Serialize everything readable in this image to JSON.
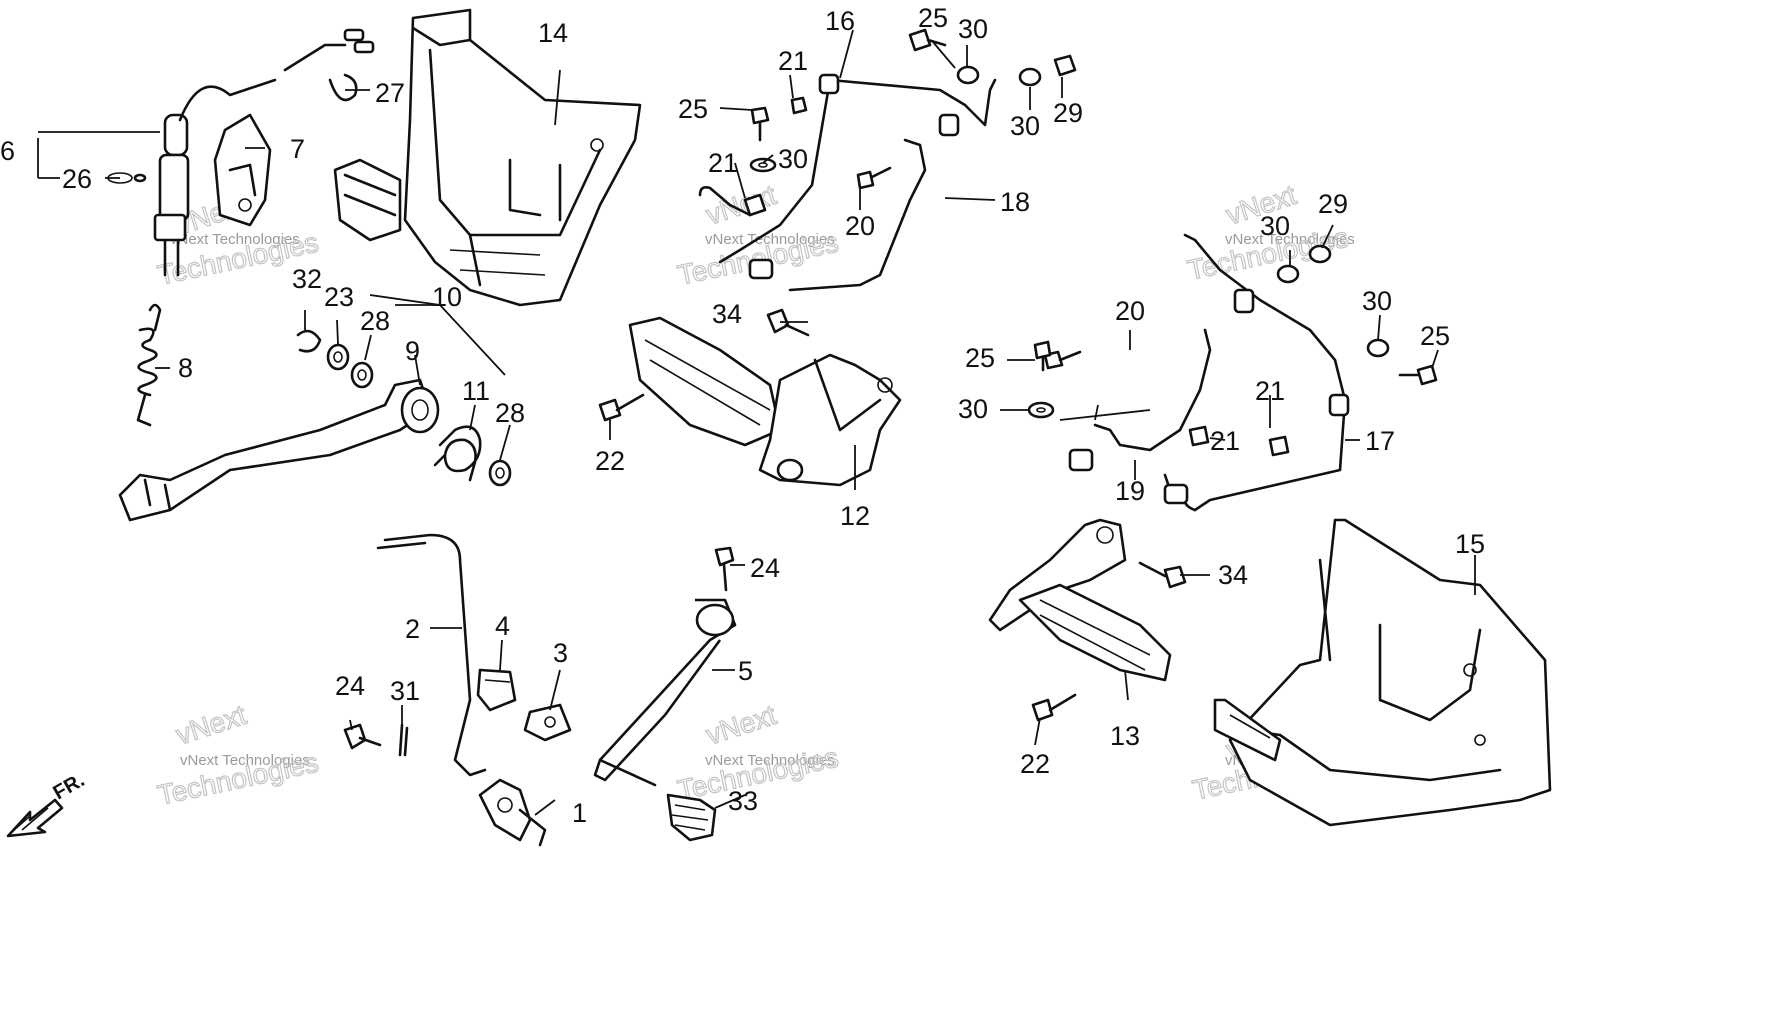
{
  "callouts": [
    {
      "id": "p1",
      "text": "1"
    },
    {
      "id": "p2",
      "text": "2"
    },
    {
      "id": "p3",
      "text": "3"
    },
    {
      "id": "p4",
      "text": "4"
    },
    {
      "id": "p5",
      "text": "5"
    },
    {
      "id": "p6",
      "text": "6"
    },
    {
      "id": "p7",
      "text": "7"
    },
    {
      "id": "p8",
      "text": "8"
    },
    {
      "id": "p9",
      "text": "9"
    },
    {
      "id": "p10",
      "text": "10"
    },
    {
      "id": "p11",
      "text": "11"
    },
    {
      "id": "p12",
      "text": "12"
    },
    {
      "id": "p13",
      "text": "13"
    },
    {
      "id": "p14",
      "text": "14"
    },
    {
      "id": "p15",
      "text": "15"
    },
    {
      "id": "p16",
      "text": "16"
    },
    {
      "id": "p17",
      "text": "17"
    },
    {
      "id": "p18",
      "text": "18"
    },
    {
      "id": "p19",
      "text": "19"
    },
    {
      "id": "p20a",
      "text": "20"
    },
    {
      "id": "p20b",
      "text": "20"
    },
    {
      "id": "p21a",
      "text": "21"
    },
    {
      "id": "p21b",
      "text": "21"
    },
    {
      "id": "p21c",
      "text": "21"
    },
    {
      "id": "p21d",
      "text": "21"
    },
    {
      "id": "p22a",
      "text": "22"
    },
    {
      "id": "p22b",
      "text": "22"
    },
    {
      "id": "p23",
      "text": "23"
    },
    {
      "id": "p24a",
      "text": "24"
    },
    {
      "id": "p24b",
      "text": "24"
    },
    {
      "id": "p25a",
      "text": "25"
    },
    {
      "id": "p25b",
      "text": "25"
    },
    {
      "id": "p25c",
      "text": "25"
    },
    {
      "id": "p25d",
      "text": "25"
    },
    {
      "id": "p26",
      "text": "26"
    },
    {
      "id": "p27",
      "text": "27"
    },
    {
      "id": "p28a",
      "text": "28"
    },
    {
      "id": "p28b",
      "text": "28"
    },
    {
      "id": "p29a",
      "text": "29"
    },
    {
      "id": "p29b",
      "text": "29"
    },
    {
      "id": "p30a",
      "text": "30"
    },
    {
      "id": "p30b",
      "text": "30"
    },
    {
      "id": "p30c",
      "text": "30"
    },
    {
      "id": "p30d",
      "text": "30"
    },
    {
      "id": "p30e",
      "text": "30"
    },
    {
      "id": "p30f",
      "text": "30"
    },
    {
      "id": "p31",
      "text": "31"
    },
    {
      "id": "p32",
      "text": "32"
    },
    {
      "id": "p33",
      "text": "33"
    },
    {
      "id": "p34a",
      "text": "34"
    },
    {
      "id": "p34b",
      "text": "34"
    }
  ],
  "direction_label": "FR.",
  "watermark": {
    "brand": "vNext",
    "line1": "vNext Technologies",
    "line2": "Technologies"
  }
}
